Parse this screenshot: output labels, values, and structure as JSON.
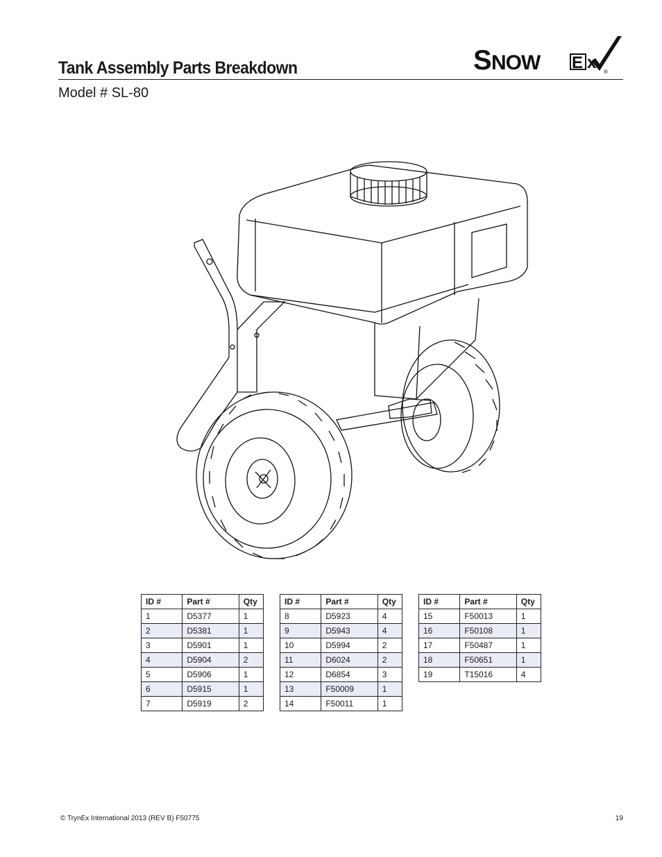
{
  "header": {
    "title": "Tank Assembly Parts Breakdown",
    "subtitle": "Model # SL-80",
    "logo_text": "SnowEx",
    "logo_mark": "®"
  },
  "tables": [
    {
      "headers": [
        "ID #",
        "Part #",
        "Qty"
      ],
      "rows": [
        [
          "1",
          "D5377",
          "1"
        ],
        [
          "2",
          "D5381",
          "1"
        ],
        [
          "3",
          "D5901",
          "1"
        ],
        [
          "4",
          "D5904",
          "2"
        ],
        [
          "5",
          "D5906",
          "1"
        ],
        [
          "6",
          "D5915",
          "1"
        ],
        [
          "7",
          "D5919",
          "2"
        ]
      ]
    },
    {
      "headers": [
        "ID #",
        "Part #",
        "Qty"
      ],
      "rows": [
        [
          "8",
          "D5923",
          "4"
        ],
        [
          "9",
          "D5943",
          "4"
        ],
        [
          "10",
          "D5994",
          "2"
        ],
        [
          "11",
          "D6024",
          "2"
        ],
        [
          "12",
          "D6854",
          "3"
        ],
        [
          "13",
          "F50009",
          "1"
        ],
        [
          "14",
          "F50011",
          "1"
        ]
      ]
    },
    {
      "headers": [
        "ID #",
        "Part #",
        "Qty"
      ],
      "rows": [
        [
          "15",
          "F50013",
          "1"
        ],
        [
          "16",
          "F50108",
          "1"
        ],
        [
          "17",
          "F50487",
          "1"
        ],
        [
          "18",
          "F50651",
          "1"
        ],
        [
          "19",
          "T15016",
          "4"
        ]
      ]
    }
  ],
  "footer": {
    "copyright": "© TrynEx International 2013 (REV B) F50775",
    "page_number": "19"
  }
}
